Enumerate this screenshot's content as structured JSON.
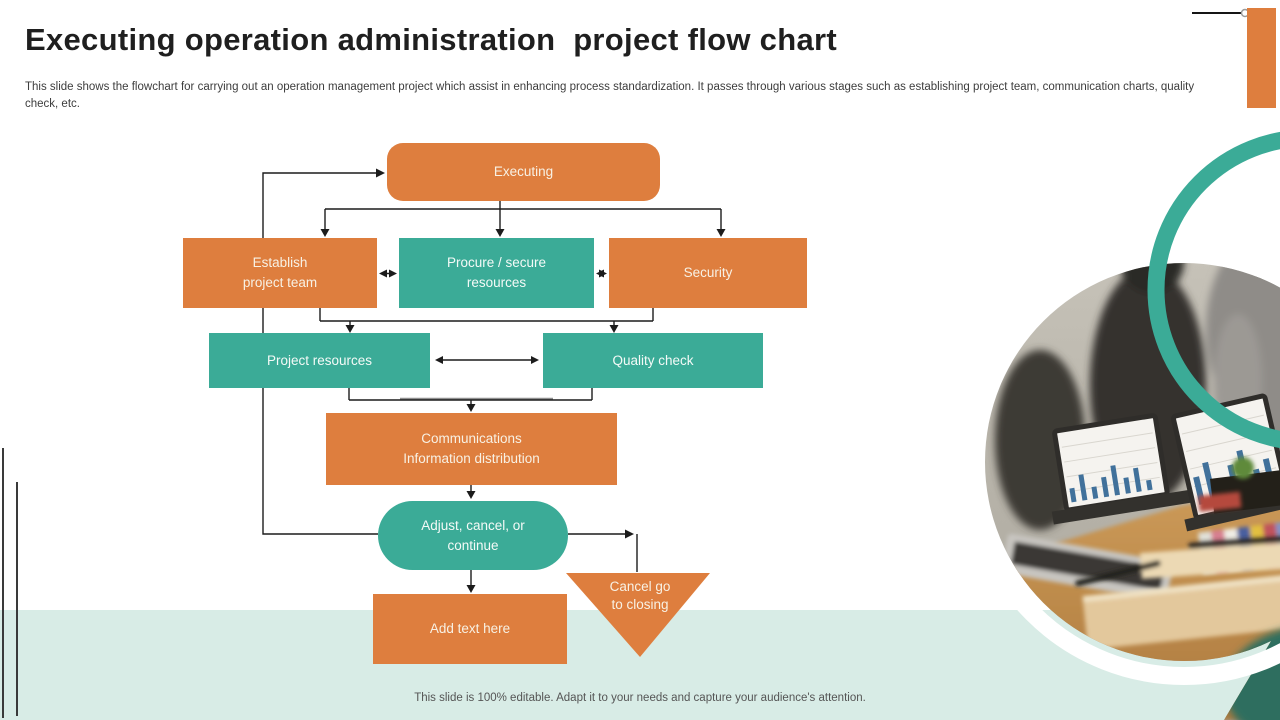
{
  "slide": {
    "title": "Executing operation administration  project flow chart",
    "subtitle": "This slide shows the flowchart for carrying out an operation management project which assist in enhancing process standardization. It passes through various stages such as establishing project team, communication charts, quality check, etc.",
    "footer": "This slide is 100% editable. Adapt it to your needs and capture your audience's attention."
  },
  "flowchart": {
    "executing": {
      "label": "Executing"
    },
    "establish": {
      "label": "Establish\nproject team"
    },
    "procure": {
      "label": "Procure / secure\nresources"
    },
    "security": {
      "label": "Security"
    },
    "project_resources": {
      "label": "Project resources"
    },
    "quality_check": {
      "label": "Quality check"
    },
    "communications": {
      "label": "Communications\nInformation distribution"
    },
    "adjust": {
      "label": "Adjust, cancel, or\ncontinue"
    },
    "add_text": {
      "label": "Add text here"
    },
    "cancel_closing": {
      "label": "Cancel go\nto closing"
    }
  },
  "colors": {
    "orange": "#de7e3e",
    "teal": "#3bab97",
    "band": "#d8ece6",
    "connector": "#1c1c1c",
    "title_text": "#1f1f1f",
    "body_text": "#3d3d3d",
    "footer_text": "#555555",
    "node_text_on_orange": "#f8f1e4",
    "node_text_on_teal": "#f4faf7"
  }
}
